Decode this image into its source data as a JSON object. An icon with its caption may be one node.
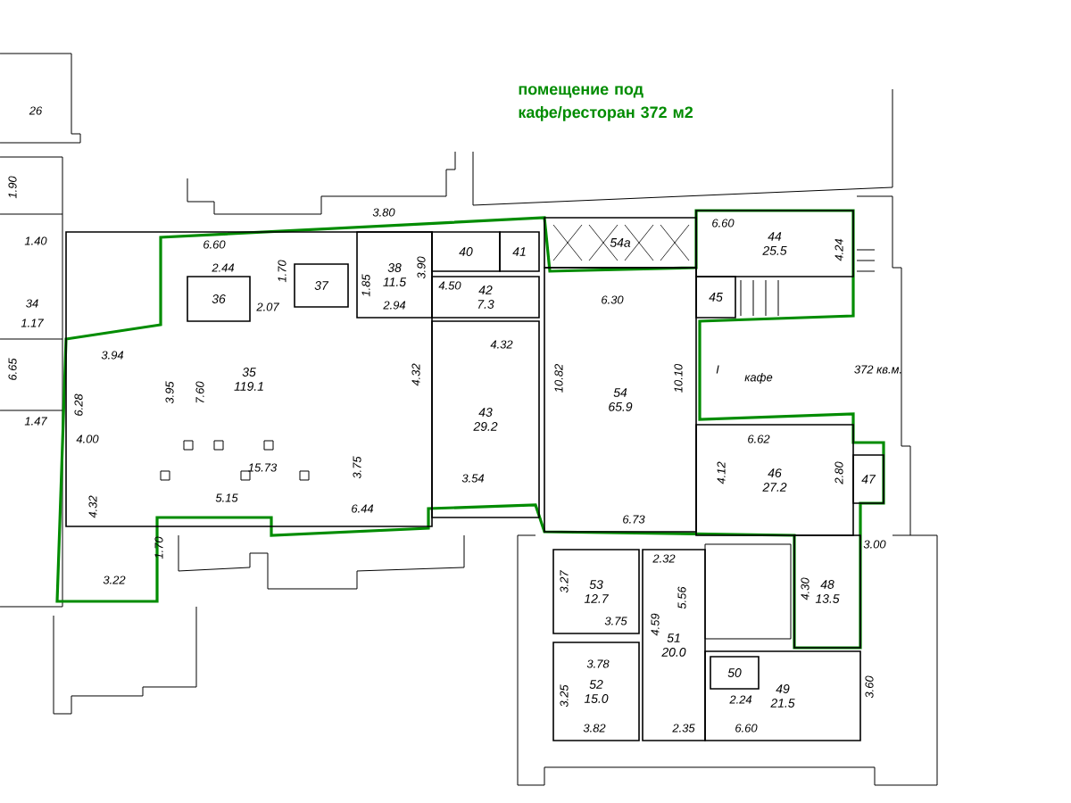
{
  "diagram": {
    "title": "помещение под кафе/ресторан 372 м2",
    "nodes": [
      {
        "text": [
          "35",
          "119.1"
        ]
      },
      {
        "text": [
          "36"
        ],
        "in": 0
      },
      {
        "text": [
          "37"
        ],
        "in": 0
      },
      {
        "text": [
          "38",
          "11.5"
        ],
        "in": 0
      },
      {
        "text": [
          "40"
        ]
      },
      {
        "text": [
          "41"
        ]
      },
      {
        "text": [
          "42",
          "7.3"
        ]
      },
      {
        "text": [
          "54а"
        ]
      },
      {
        "text": [
          "44",
          "25.5"
        ]
      },
      {
        "text": [
          "45"
        ]
      },
      {
        "text": [
          "43",
          "29.2"
        ]
      },
      {
        "text": [
          "54",
          "65.9"
        ]
      },
      {
        "text": [
          "46",
          "27.2"
        ]
      },
      {
        "text": [
          "47"
        ]
      },
      {
        "text": [
          "53",
          "12.7"
        ]
      },
      {
        "text": [
          "51",
          "20.0"
        ]
      },
      {
        "text": [
          "48",
          "13.5"
        ]
      },
      {
        "text": [
          "49",
          "21.5"
        ]
      },
      {
        "text": [
          "50"
        ],
        "in": 17
      },
      {
        "text": [
          "52",
          "15.0"
        ]
      }
    ],
    "labels": [
      "26",
      "1.90",
      "1.40",
      "34",
      "1.17",
      "6.65",
      "1.47",
      "3.80",
      "6.60",
      "2.44",
      "1.70",
      "2.07",
      "1.85",
      "3.90",
      "2.94",
      "4.50",
      "4.32",
      "3.94",
      "3.95",
      "7.60",
      "4.32",
      "6.28",
      "4.00",
      "15.73",
      "3.75",
      "3.54",
      "5.15",
      "6.44",
      "4.32",
      "1.70",
      "3.22",
      "6.60",
      "4.24",
      "6.30",
      "10.82",
      "10.10",
      "I",
      "кафе",
      "372 кв.м.",
      "6.62",
      "4.12",
      "2.80",
      "6.73",
      "3.00",
      "4.30",
      "2.32",
      "5.56",
      "3.27",
      "3.75",
      "4.59",
      "3.78",
      "3.25",
      "2.24",
      "3.60",
      "3.82",
      "2.35",
      "6.60"
    ]
  }
}
